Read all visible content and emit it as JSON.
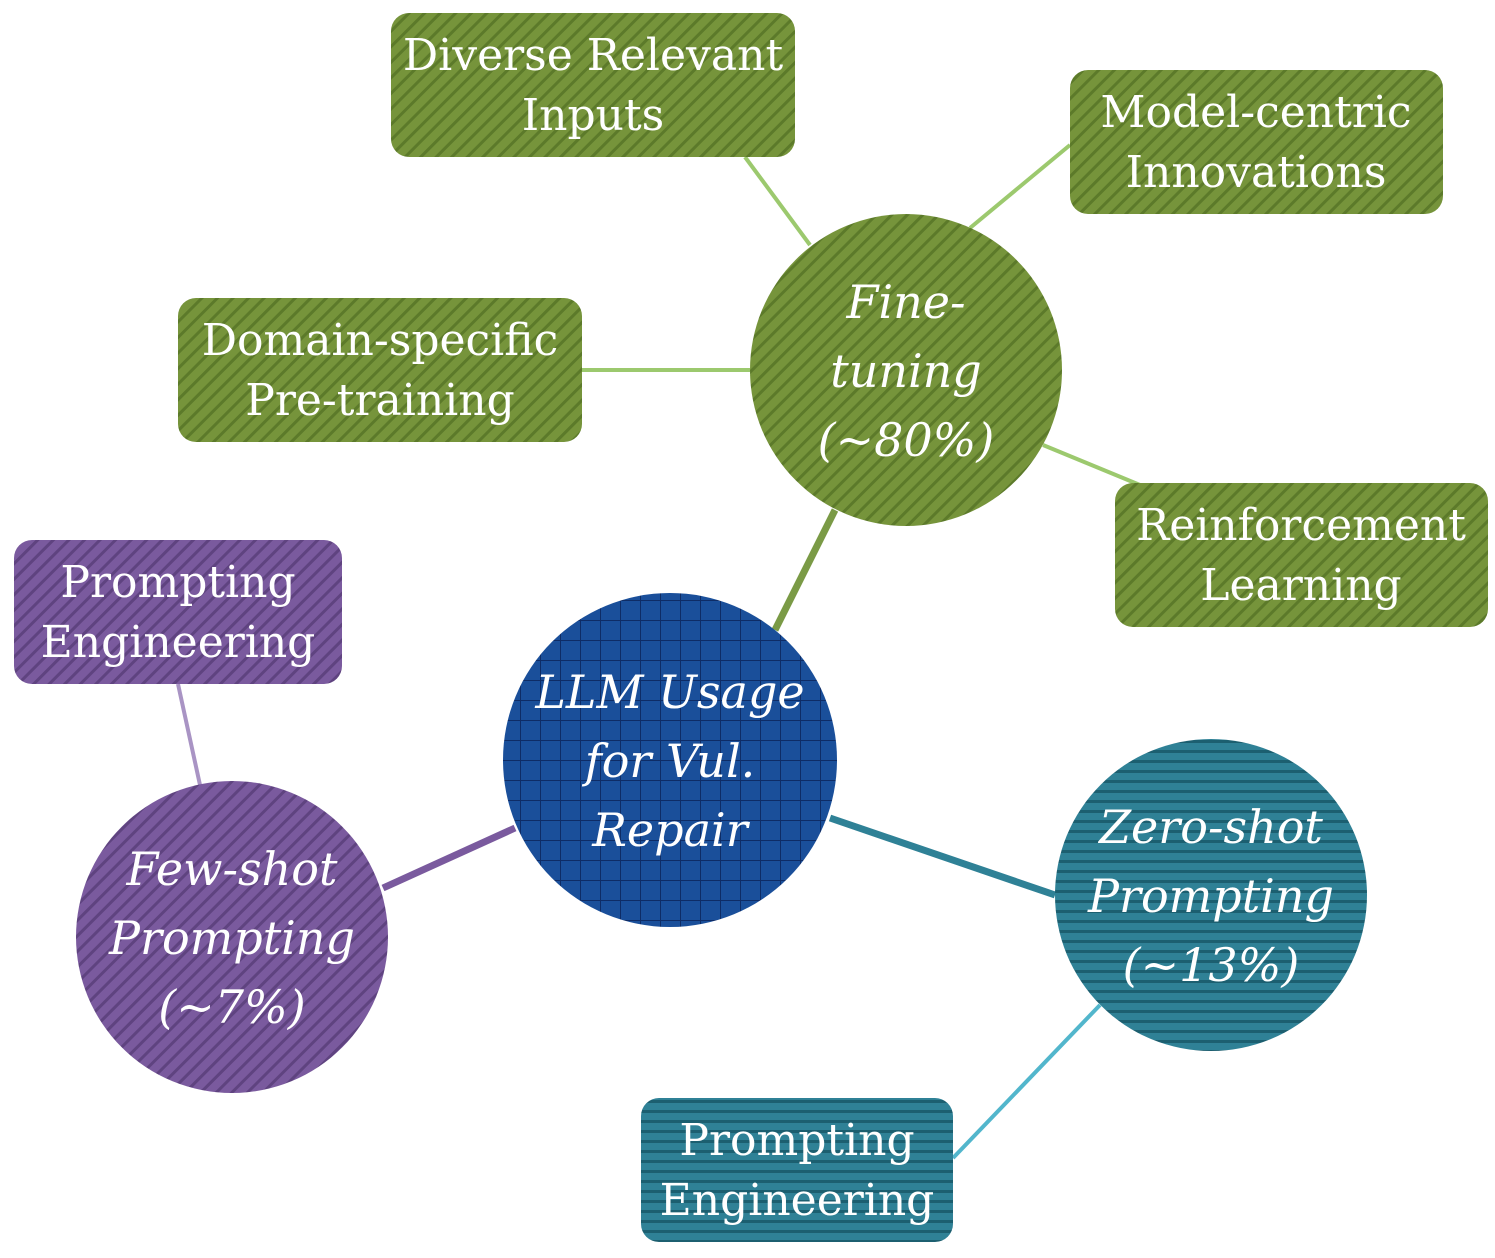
{
  "mindmap": {
    "center": {
      "lines": [
        "LLM Usage",
        "for Vul.",
        "Repair"
      ],
      "color": "#1a4f9a"
    },
    "fine_tuning": {
      "lines": [
        "Fine-",
        "tuning",
        "(~80%)"
      ],
      "color": "#76943b",
      "children": [
        {
          "lines": [
            "Diverse Relevant",
            "Inputs"
          ]
        },
        {
          "lines": [
            "Model-centric",
            "Innovations"
          ]
        },
        {
          "lines": [
            "Domain-specific",
            "Pre-training"
          ]
        },
        {
          "lines": [
            "Reinforcement",
            "Learning"
          ]
        }
      ]
    },
    "few_shot": {
      "lines": [
        "Few-shot",
        "Prompting",
        "(~7%)"
      ],
      "color": "#7a5a9e",
      "children": [
        {
          "lines": [
            "Prompting",
            "Engineering"
          ]
        }
      ]
    },
    "zero_shot": {
      "lines": [
        "Zero-shot",
        "Prompting",
        "(~13%)"
      ],
      "color": "#2f8196",
      "children": [
        {
          "lines": [
            "Prompting",
            "Engineering"
          ]
        }
      ]
    }
  }
}
